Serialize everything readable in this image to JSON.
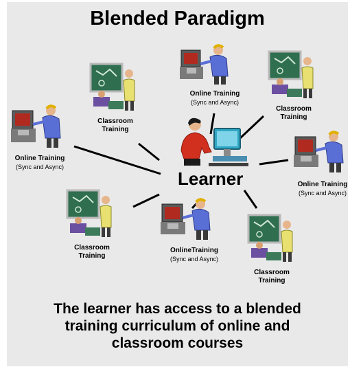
{
  "title": "Blended Paradigm",
  "center": {
    "label": "Learner",
    "icon": "learner-at-computer-icon"
  },
  "nodes": [
    {
      "id": "online-top",
      "type": "online",
      "line1": "Online Training",
      "line2": "(Sync and Async)",
      "icon": "person-at-computer-icon"
    },
    {
      "id": "classroom-top-right",
      "type": "classroom",
      "line1": "Classroom",
      "line2": "Training",
      "icon": "classroom-presenter-icon"
    },
    {
      "id": "classroom-top-left",
      "type": "classroom",
      "line1": "Classroom",
      "line2": "Training",
      "icon": "classroom-presenter-icon"
    },
    {
      "id": "online-left",
      "type": "online",
      "line1": "Online Training",
      "line2": "(Sync and Async)",
      "icon": "person-at-computer-icon"
    },
    {
      "id": "online-right",
      "type": "online",
      "line1": "Online Training",
      "line2": "(Sync and Async)",
      "icon": "person-at-computer-icon"
    },
    {
      "id": "classroom-bottom-left",
      "type": "classroom",
      "line1": "Classroom",
      "line2": "Training",
      "icon": "classroom-presenter-icon"
    },
    {
      "id": "online-bottom",
      "type": "online",
      "line1": "OnlineTraining",
      "line2": "(Sync and Async)",
      "icon": "person-at-computer-icon"
    },
    {
      "id": "classroom-bottom-right",
      "type": "classroom",
      "line1": "Classroom",
      "line2": "Training",
      "icon": "classroom-presenter-icon"
    }
  ],
  "caption": {
    "line1": "The learner has access to a blended",
    "line2": "training curriculum of online and",
    "line3": "classroom courses"
  },
  "colors": {
    "background": "#e9e9e9",
    "connector": "#000000",
    "board": "#2f6e4f",
    "shirt": "#5a6fd6",
    "learner_shirt": "#d2301f",
    "monitor": "#2fa7c4"
  }
}
